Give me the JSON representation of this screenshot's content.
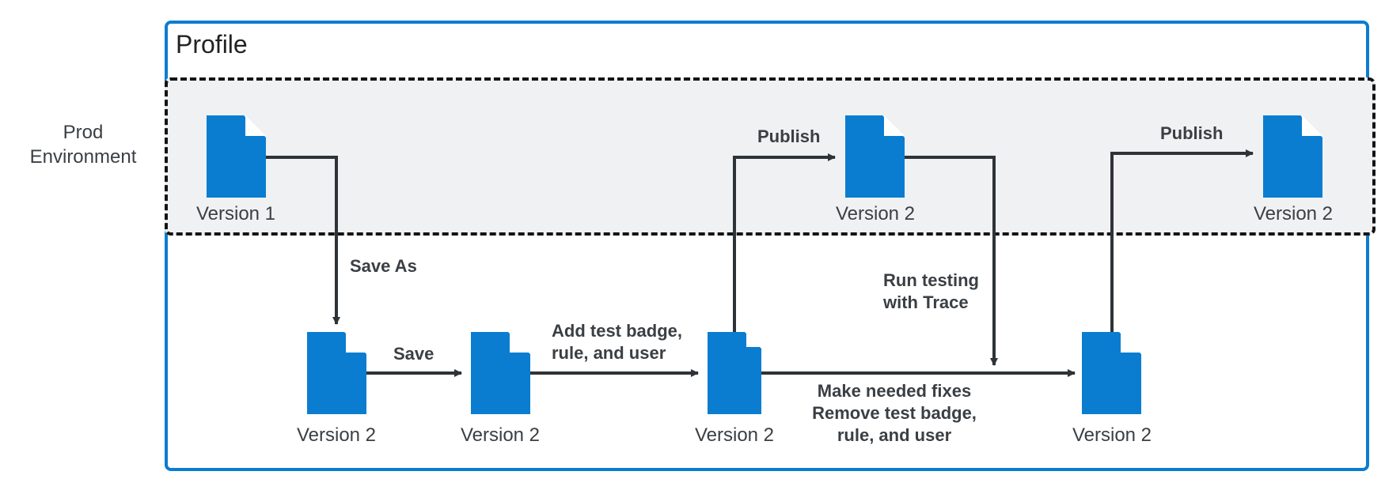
{
  "profile": {
    "title": "Profile"
  },
  "environment": {
    "label": "Prod\nEnvironment"
  },
  "documents": [
    {
      "id": "prod-v1",
      "label": "Version 1"
    },
    {
      "id": "prod-v2-a",
      "label": "Version 2"
    },
    {
      "id": "prod-v2-b",
      "label": "Version 2"
    },
    {
      "id": "work-v2-1",
      "label": "Version 2"
    },
    {
      "id": "work-v2-2",
      "label": "Version 2"
    },
    {
      "id": "work-v2-3",
      "label": "Version 2"
    },
    {
      "id": "work-v2-4",
      "label": "Version 2"
    }
  ],
  "steps": {
    "save_as": "Save As",
    "save": "Save",
    "add_test": "Add test badge,\nrule, and user",
    "publish_1": "Publish",
    "run_testing": "Run testing\nwith Trace",
    "fixes": "Make needed fixes\nRemove test badge,\nrule, and user",
    "publish_2": "Publish"
  },
  "colors": {
    "frame": "#0a7dd0",
    "document": "#0a7dd0",
    "arrow": "#2e3338",
    "band": "#eff1f3"
  }
}
